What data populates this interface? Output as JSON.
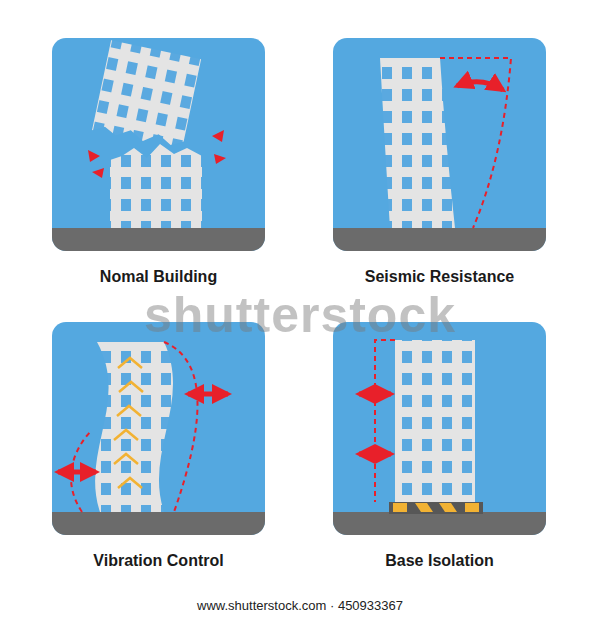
{
  "diagram": {
    "nodes": [
      {
        "text": [
          "Nomal Building"
        ]
      },
      {
        "text": [
          "Seismic Resistance"
        ]
      },
      {
        "text": [
          "Vibration Control"
        ]
      },
      {
        "text": [
          "Base Isolation"
        ]
      }
    ],
    "labels": [
      "shutterstock",
      "www.shutterstock.com · 450933367"
    ]
  }
}
